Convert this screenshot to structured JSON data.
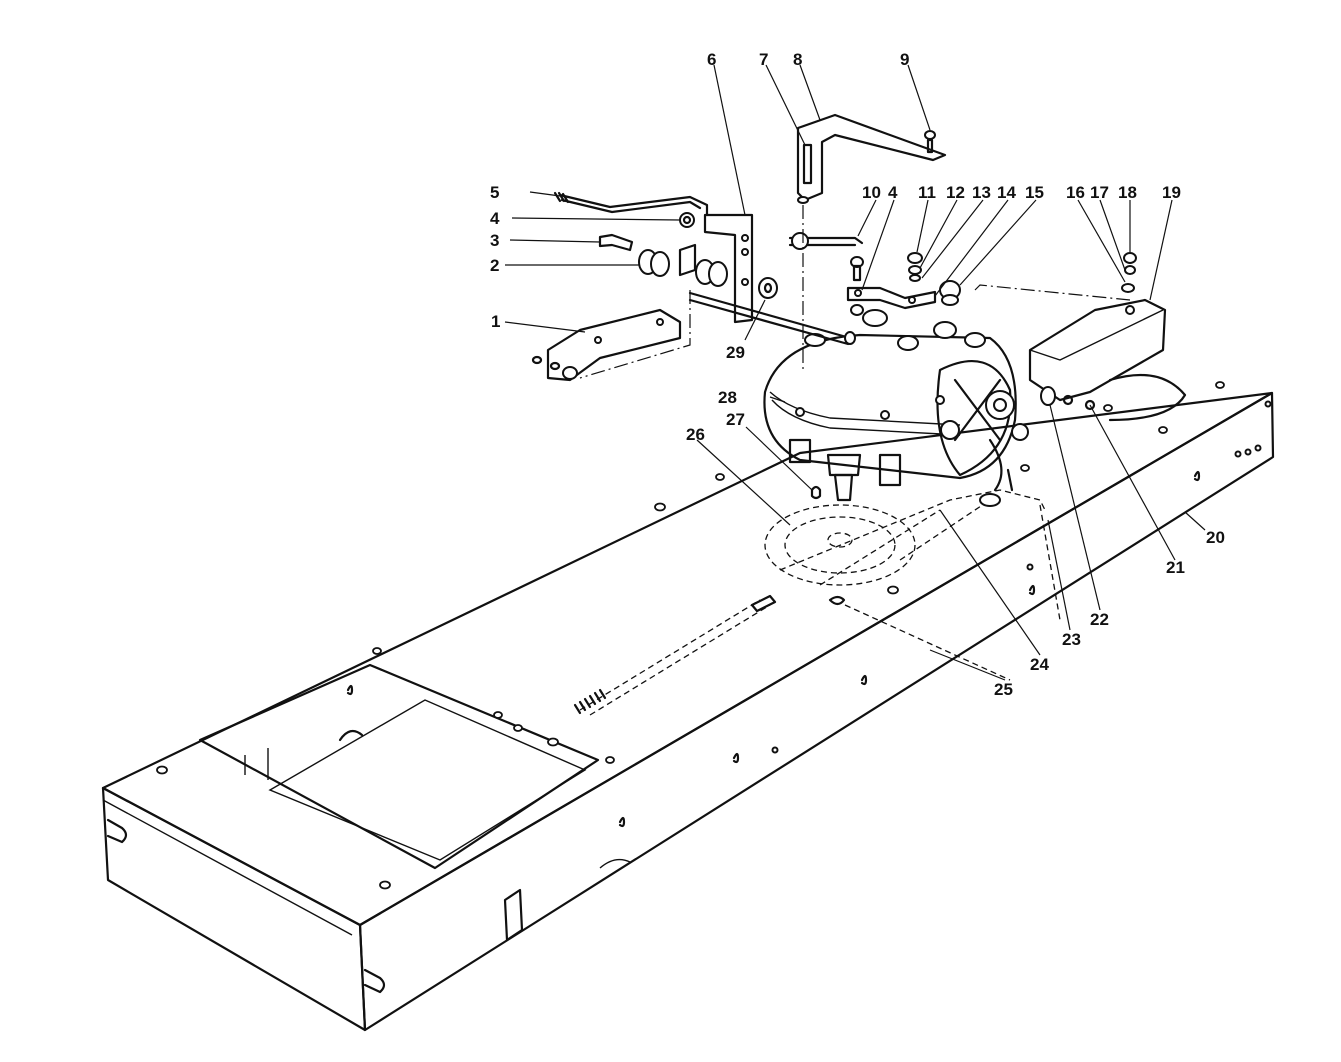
{
  "diagram": {
    "callouts": [
      {
        "id": "1",
        "label": "1"
      },
      {
        "id": "2",
        "label": "2"
      },
      {
        "id": "3",
        "label": "3"
      },
      {
        "id": "4a",
        "label": "4"
      },
      {
        "id": "5",
        "label": "5"
      },
      {
        "id": "6",
        "label": "6"
      },
      {
        "id": "7",
        "label": "7"
      },
      {
        "id": "8",
        "label": "8"
      },
      {
        "id": "9",
        "label": "9"
      },
      {
        "id": "10",
        "label": "10"
      },
      {
        "id": "4b",
        "label": "4"
      },
      {
        "id": "11",
        "label": "11"
      },
      {
        "id": "12",
        "label": "12"
      },
      {
        "id": "13",
        "label": "13"
      },
      {
        "id": "14",
        "label": "14"
      },
      {
        "id": "15",
        "label": "15"
      },
      {
        "id": "16",
        "label": "16"
      },
      {
        "id": "17",
        "label": "17"
      },
      {
        "id": "18",
        "label": "18"
      },
      {
        "id": "19",
        "label": "19"
      },
      {
        "id": "20",
        "label": "20"
      },
      {
        "id": "21",
        "label": "21"
      },
      {
        "id": "22",
        "label": "22"
      },
      {
        "id": "23",
        "label": "23"
      },
      {
        "id": "24",
        "label": "24"
      },
      {
        "id": "25",
        "label": "25"
      },
      {
        "id": "26",
        "label": "26"
      },
      {
        "id": "27",
        "label": "27"
      },
      {
        "id": "28",
        "label": "28"
      },
      {
        "id": "29",
        "label": "29"
      }
    ]
  }
}
